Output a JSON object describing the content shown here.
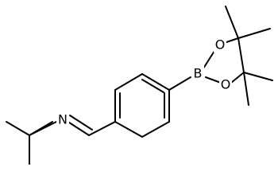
{
  "molecule": {
    "atom_labels": {
      "nitrogen": "N",
      "boron": "B",
      "oxygen_upper": "O",
      "oxygen_lower": "O"
    },
    "ink_color": "#000000",
    "background_color": "#ffffff"
  }
}
